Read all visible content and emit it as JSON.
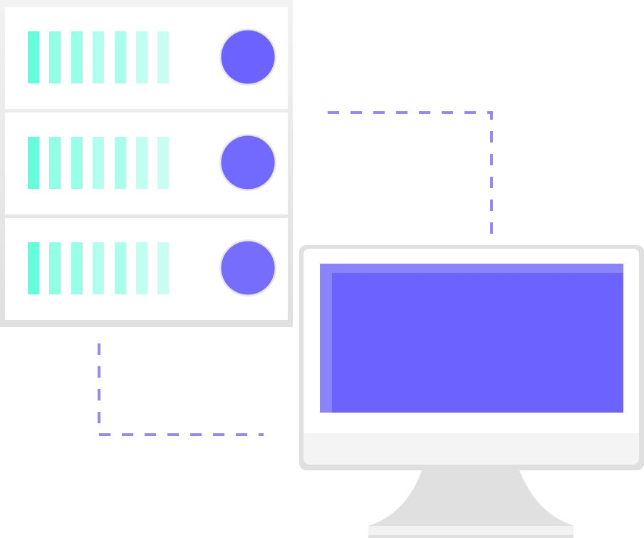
{
  "colors": {
    "accent": "#6c63ff",
    "accent_light": "#8a84ff",
    "bars": "#64ffda",
    "dash": "#8f8aff",
    "frame": "#e0e0e0",
    "panel": "#f2f2f2"
  },
  "icons": {
    "server": "server-rack-icon",
    "monitor": "desktop-monitor-icon"
  },
  "server_units": 3,
  "bars_per_unit": 7,
  "bar_opacities": [
    1,
    0.7,
    0.65,
    0.5,
    0.55,
    0.4,
    0.35
  ]
}
